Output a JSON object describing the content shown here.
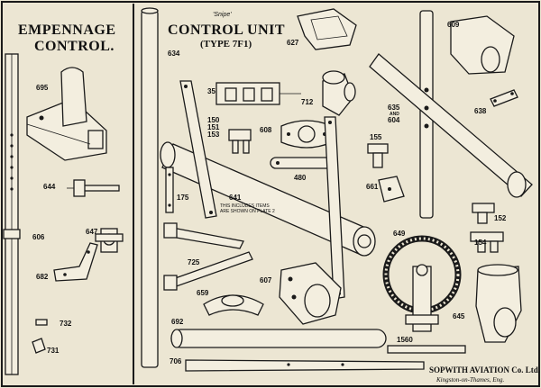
{
  "titles": {
    "empennage_line1": "EMPENNAGE",
    "empennage_line2": "CONTROL.",
    "control_unit": "CONTROL UNIT",
    "control_unit_superscript": "'Snipe'",
    "type": "(TYPE 7F1)"
  },
  "part_numbers": {
    "p695": "695",
    "p644": "644",
    "p606": "606",
    "p647": "647",
    "p682": "682",
    "p732": "732",
    "p731": "731",
    "p634": "634",
    "p35": "35",
    "p150": "150",
    "p151": "151",
    "p153": "153",
    "p175": "175",
    "p641": "641",
    "p627": "627",
    "p712": "712",
    "p608": "608",
    "p480": "480",
    "p155": "155",
    "p661": "661",
    "p609": "609",
    "p635": "635",
    "p635_and": "AND",
    "p604": "604",
    "p638": "638",
    "p152": "152",
    "p154": "154",
    "p649": "649",
    "p645": "645",
    "p1560": "1560",
    "p725": "725",
    "p659": "659",
    "p607": "607",
    "p692": "692",
    "p706": "706"
  },
  "notes": {
    "p641_line1": "THIS INCLUDES ITEMS",
    "p641_line2": "ARE SHOWN ON PLATE 2"
  },
  "maker": {
    "line1": "SOPWITH AVIATION Co. Ltd.",
    "line2": "Kingston-on-Thames, Eng."
  },
  "colors": {
    "paper": "#ece6d3",
    "ink": "#1a1a1a"
  }
}
